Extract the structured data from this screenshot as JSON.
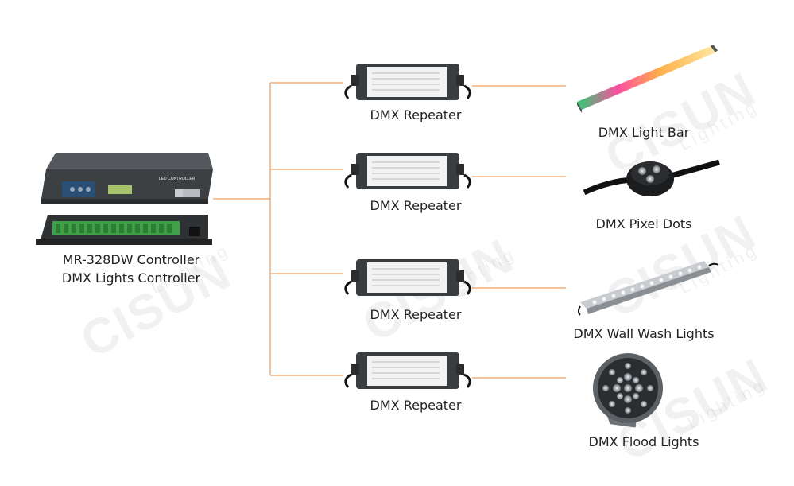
{
  "controller": {
    "panel_text": "LED CONTROLLER",
    "caption_line1": "MR-328DW Controller",
    "caption_line2": "DMX Lights Controller"
  },
  "repeaters": [
    {
      "label": "DMX Repeater"
    },
    {
      "label": "DMX Repeater"
    },
    {
      "label": "DMX Repeater"
    },
    {
      "label": "DMX Repeater"
    }
  ],
  "devices": [
    {
      "label": "DMX Light Bar"
    },
    {
      "label": "DMX Pixel Dots"
    },
    {
      "label": "DMX Wall Wash Lights"
    },
    {
      "label": "DMX Flood Lights"
    }
  ],
  "watermark": {
    "brand": "CISUN",
    "sub": "Lighting"
  },
  "colors": {
    "connector": "#f0a060",
    "device_body": "#3a3d40"
  }
}
